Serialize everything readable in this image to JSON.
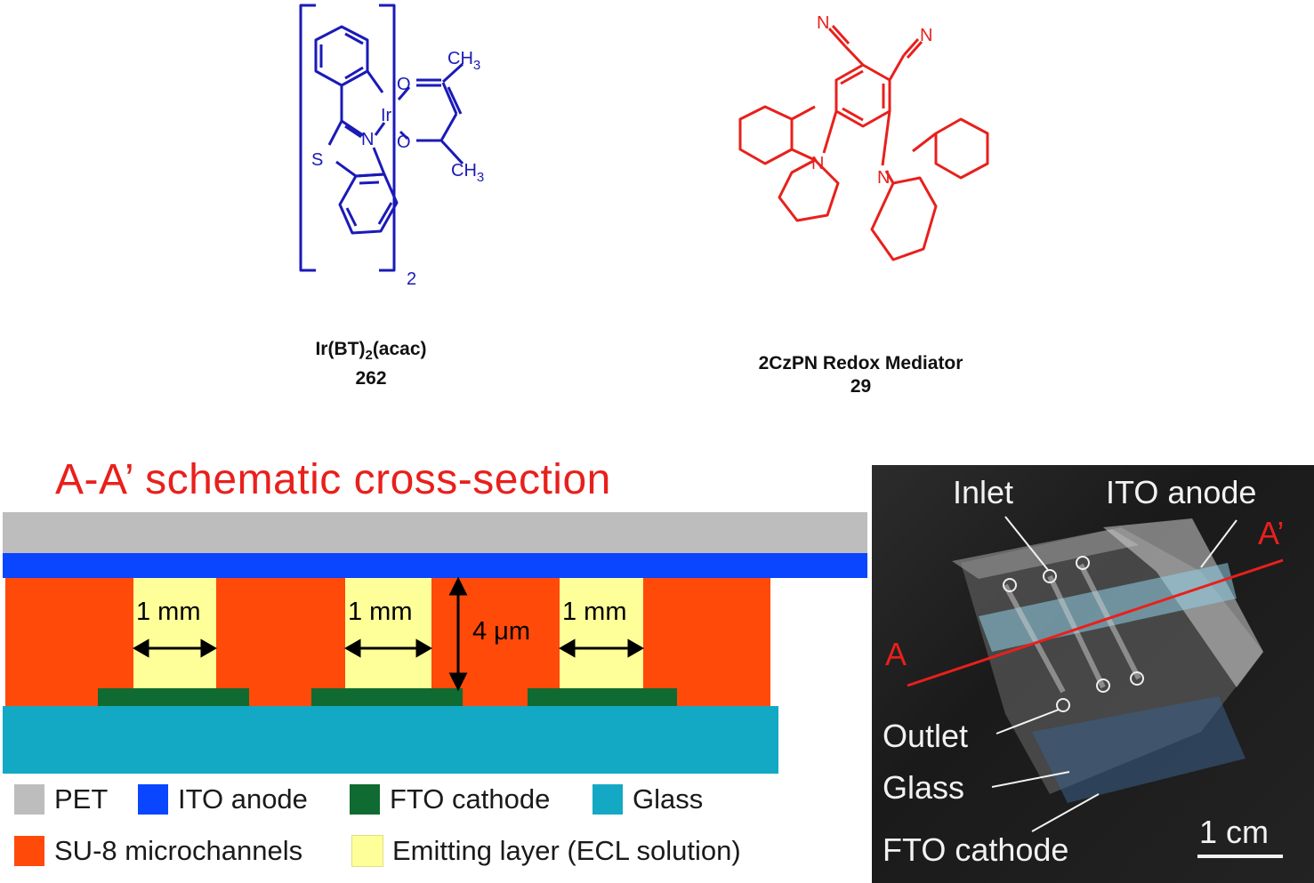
{
  "structures": {
    "ir_complex": {
      "caption_prefix": "Ir(BT)",
      "caption_subscript": "2",
      "caption_suffix": "(acac)",
      "number": "262",
      "atoms": {
        "ir": "Ir",
        "n": "N",
        "s": "S",
        "o_top": "O",
        "o_bottom": "O",
        "ch3_top": "CH",
        "ch3_bottom": "CH",
        "ch3_sub": "3",
        "bracket_subscript": "2"
      }
    },
    "czpn": {
      "caption": "2CzPN Redox Mediator",
      "number": "29",
      "atoms": {
        "n_left_cn": "N",
        "n_right_cn": "N",
        "n_left_carbazole": "N",
        "n_right_carbazole": "N"
      }
    }
  },
  "cross_section": {
    "title": "A-A’ schematic cross-section",
    "widths": [
      "1 mm",
      "1 mm",
      "1 mm"
    ],
    "height": "4 μm"
  },
  "legend": [
    {
      "label": "PET",
      "color": "#bdbdbd"
    },
    {
      "label": "ITO anode",
      "color": "#0a45ff"
    },
    {
      "label": "FTO cathode",
      "color": "#0f6b32"
    },
    {
      "label": "Glass",
      "color": "#13a9c4"
    },
    {
      "label": "SU-8 microchannels",
      "color": "#ff4a0a"
    },
    {
      "label": "Emitting layer (ECL solution)",
      "color": "#ffff9a"
    }
  ],
  "photo": {
    "labels": {
      "inlet": "Inlet",
      "ito_anode": "ITO anode",
      "a_prime": "A’",
      "a": "A",
      "outlet": "Outlet",
      "glass": "Glass",
      "fto_cathode": "FTO cathode",
      "scale": "1 cm"
    }
  },
  "colors": {
    "ir_structure": "#1a1ab8",
    "czpn_structure": "#e8201c",
    "title_red": "#e8201c",
    "photo_bg": "#1f1f1f"
  }
}
